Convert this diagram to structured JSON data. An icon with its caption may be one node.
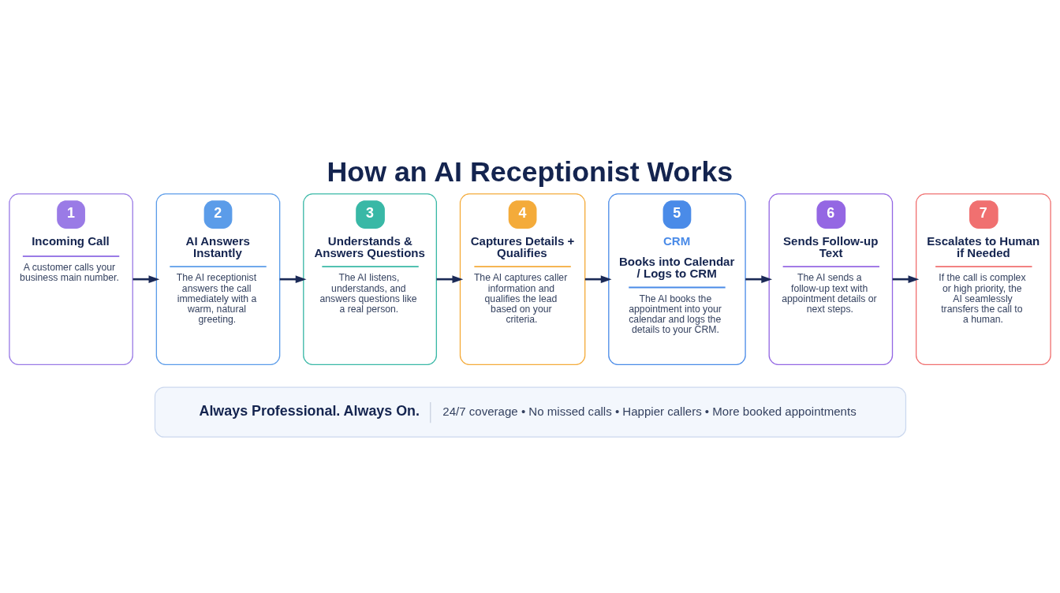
{
  "diagram": {
    "title": "How an AI Receptionist Works",
    "nodes": [
      {
        "text": [
          "1",
          "Incoming Call",
          "A customer calls your business main number."
        ]
      },
      {
        "text": [
          "2",
          "AI Answers Instantly",
          "The AI receptionist answers the call immediately with a warm, natural greeting."
        ]
      },
      {
        "text": [
          "3",
          "Understands & Answers Questions",
          "The AI listens, understands, and answers questions like a real person."
        ]
      },
      {
        "text": [
          "4",
          "Captures Details + Qualifies",
          "The AI captures caller information and qualifies the lead based on your criteria."
        ]
      },
      {
        "text": [
          "5",
          "CRM",
          "Books into Calendar / Logs to CRM",
          "The AI books the appointment into your calendar and logs the details to your CRM."
        ]
      },
      {
        "text": [
          "6",
          "Sends Follow-up Text",
          "The AI sends a follow-up text with appointment details or next steps."
        ]
      },
      {
        "text": [
          "7",
          "Escalates to Human if Needed",
          "If the call is complex or high priority, the AI seamlessly transfers the call to a human."
        ]
      },
      {
        "text": [
          "Always Professional. Always On.",
          "24/7 coverage • No missed calls • Happier callers • More booked appointments"
        ]
      }
    ],
    "edges": [
      {
        "from": 0,
        "to": 1,
        "arrow": "to"
      },
      {
        "from": 1,
        "to": 2,
        "arrow": "to"
      },
      {
        "from": 2,
        "to": 3,
        "arrow": "to"
      },
      {
        "from": 3,
        "to": 4,
        "arrow": "to"
      },
      {
        "from": 4,
        "to": 5,
        "arrow": "to"
      },
      {
        "from": 5,
        "to": 6,
        "arrow": "to"
      }
    ]
  }
}
